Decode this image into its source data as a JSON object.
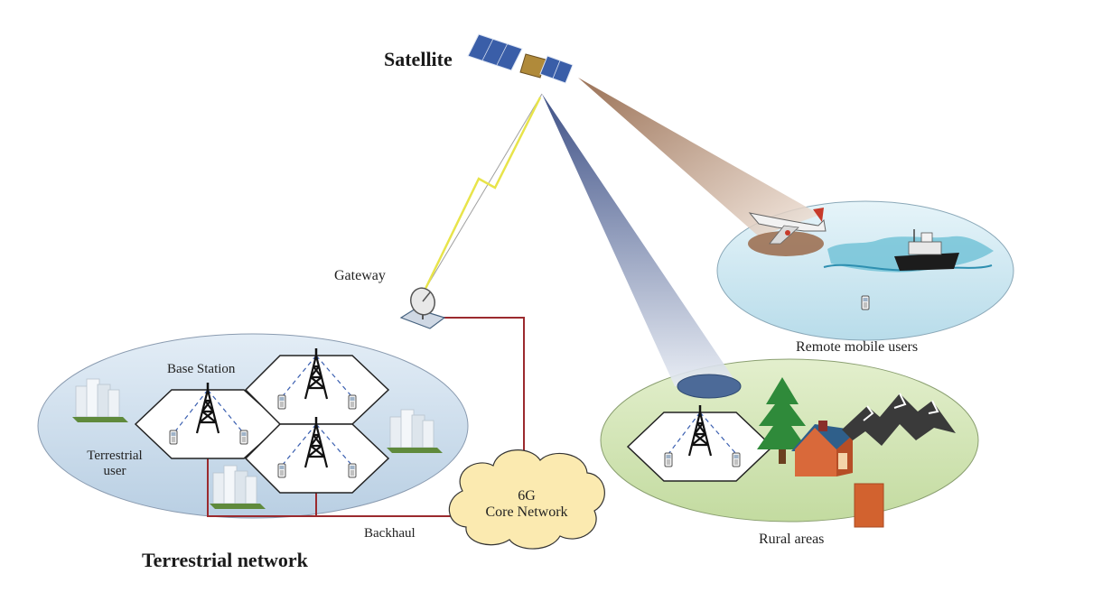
{
  "labels": {
    "satellite": "Satellite",
    "gateway": "Gateway",
    "base_station": "Base Station",
    "terrestrial_user_line1": "Terrestrial",
    "terrestrial_user_line2": "user",
    "terrestrial_network": "Terrestrial network",
    "backhaul": "Backhaul",
    "core_line1": "6G",
    "core_line2": "Core Network",
    "remote_mobile_users": "Remote mobile users",
    "rural_areas": "Rural areas"
  },
  "colors": {
    "backhaul_line": "#9b2a2e",
    "terrestrial_ellipse": "#cfe0ef",
    "remote_ellipse": "#cfeaf3",
    "rural_ellipse": "#d6e8b8",
    "core_cloud": "#fbeab0",
    "beam_blue": "#2b3f7a",
    "beam_brown": "#8a5a3a",
    "lightning": "#e8e44a"
  }
}
